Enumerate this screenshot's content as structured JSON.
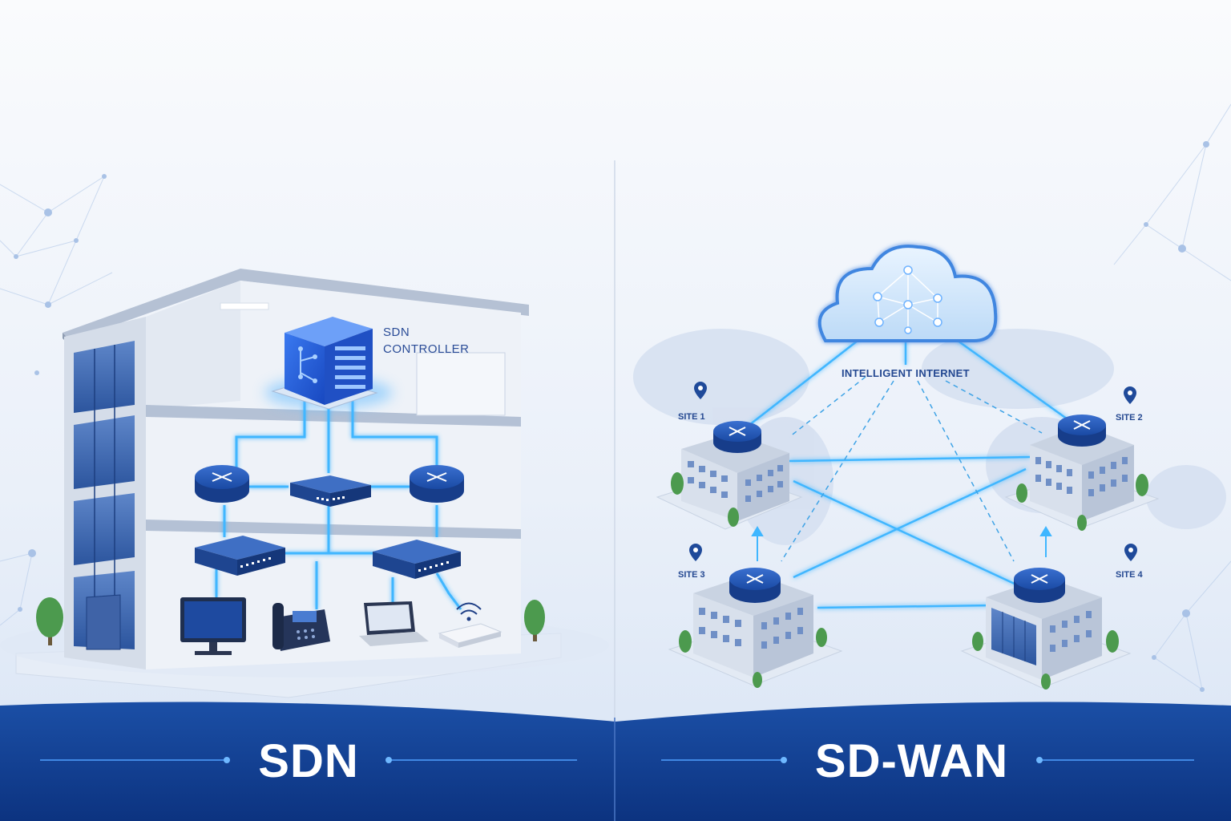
{
  "left_panel": {
    "title": "SDN",
    "controller_label_line1": "SDN",
    "controller_label_line2": "CONTROLLER",
    "devices": [
      "monitor-icon",
      "desk-phone-icon",
      "laptop-icon",
      "wifi-access-point-icon"
    ],
    "network_nodes": [
      "router-icon",
      "switch-icon",
      "router-icon",
      "switch-icon",
      "switch-icon"
    ]
  },
  "right_panel": {
    "title": "SD-WAN",
    "cloud_label": "INTELLIGENT INTERNET",
    "sites": [
      {
        "label": "SITE 1"
      },
      {
        "label": "SITE 2"
      },
      {
        "label": "SITE 3"
      },
      {
        "label": "SITE 4"
      }
    ]
  },
  "colors": {
    "banner": "#0f3d8c",
    "accent_glow": "#3fb6ff",
    "controller_blue": "#1e57d6",
    "building_gray": "#c9d3e2",
    "router_blue": "#1c4fa8"
  }
}
